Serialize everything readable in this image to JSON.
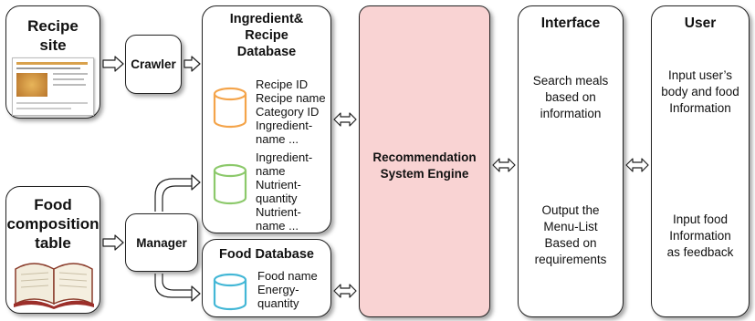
{
  "recipe_site": {
    "title_line1": "Recipe",
    "title_line2": "site"
  },
  "crawler": {
    "label": "Crawler"
  },
  "food_composition": {
    "line1": "Food",
    "line2": "composition",
    "line3": "table"
  },
  "manager": {
    "label": "Manager"
  },
  "ingredient_db": {
    "title_line1": "Ingredient&",
    "title_line2": "Recipe",
    "title_line3": "Database",
    "group1": [
      "Recipe ID",
      "Recipe name",
      "Category ID",
      "Ingredient-",
      "name ..."
    ],
    "group2": [
      "Ingredient-",
      "name",
      "Nutrient-",
      "quantity",
      "Nutrient-",
      "name ..."
    ]
  },
  "food_db": {
    "title": "Food Database",
    "fields": [
      "Food name",
      "Energy-",
      "quantity"
    ]
  },
  "engine": {
    "line1": "Recommendation",
    "line2": "System Engine"
  },
  "interface": {
    "title": "Interface",
    "top": [
      "Search meals",
      "based on",
      "information"
    ],
    "bottom": [
      "Output the",
      "Menu-List",
      "Based on",
      "requirements"
    ]
  },
  "user": {
    "title": "User",
    "top": [
      "Input user’s",
      "body and food",
      "Information"
    ],
    "bottom": [
      "Input food",
      "Information",
      "as feedback"
    ]
  },
  "colors": {
    "engine_fill": "#f9d3d3",
    "cyl_orange": "#f4a44a",
    "cyl_green": "#8cc96b",
    "cyl_blue": "#43b7d6"
  }
}
